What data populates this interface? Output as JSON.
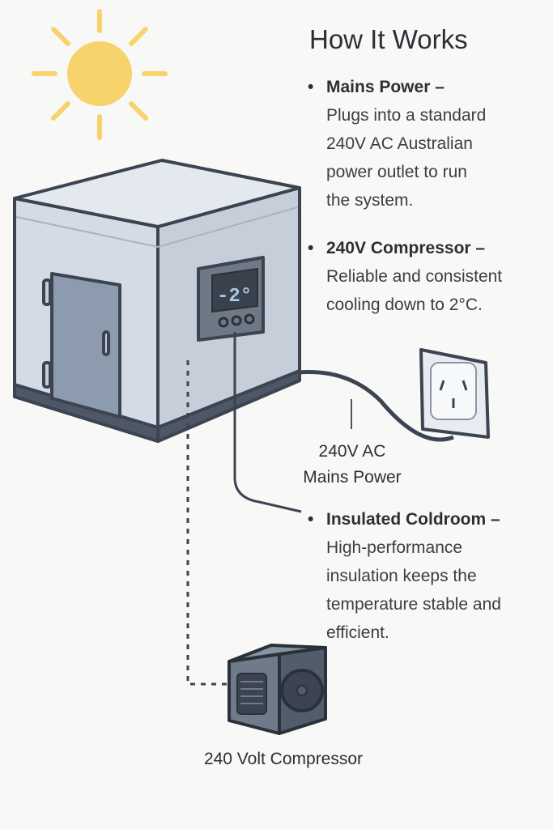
{
  "title": "How It Works",
  "bullets": [
    {
      "heading": "Mains Power",
      "dash": " –",
      "lines": [
        "Plugs into a standard",
        "240V AC Australian",
        "power outlet to run",
        "the system."
      ]
    },
    {
      "heading": "240V Compressor",
      "dash": " –",
      "lines": [
        "Reliable and consistent",
        "cooling down to 2°C."
      ]
    },
    {
      "heading": "Insulated Coldroom",
      "dash": " –",
      "lines": [
        "High-performance",
        "insulation keeps the",
        "temperature stable and",
        "efficient."
      ]
    }
  ],
  "labels": {
    "mains_line1": "240V AC",
    "mains_line2": "Mains Power",
    "compressor": "240 Volt Compressor"
  },
  "display_readout": "-2°",
  "colors": {
    "sun": "#f7d36b",
    "box": "#d9e0e8",
    "dark": "#3c4451",
    "door": "#8c9bae"
  }
}
